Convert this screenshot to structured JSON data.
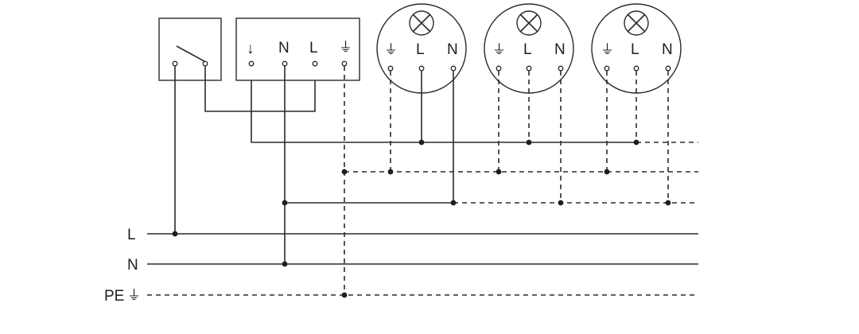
{
  "lines": {
    "L": "L",
    "N": "N",
    "PE": "PE",
    "earth_symbol": "⏚"
  },
  "junction_box": {
    "arrow_symbol": "↓",
    "N": "N",
    "L": "L",
    "earth_symbol": "⏚"
  },
  "lamps": [
    {
      "earth_symbol": "⏚",
      "L": "L",
      "N": "N"
    },
    {
      "earth_symbol": "⏚",
      "L": "L",
      "N": "N"
    },
    {
      "earth_symbol": "⏚",
      "L": "L",
      "N": "N"
    }
  ]
}
